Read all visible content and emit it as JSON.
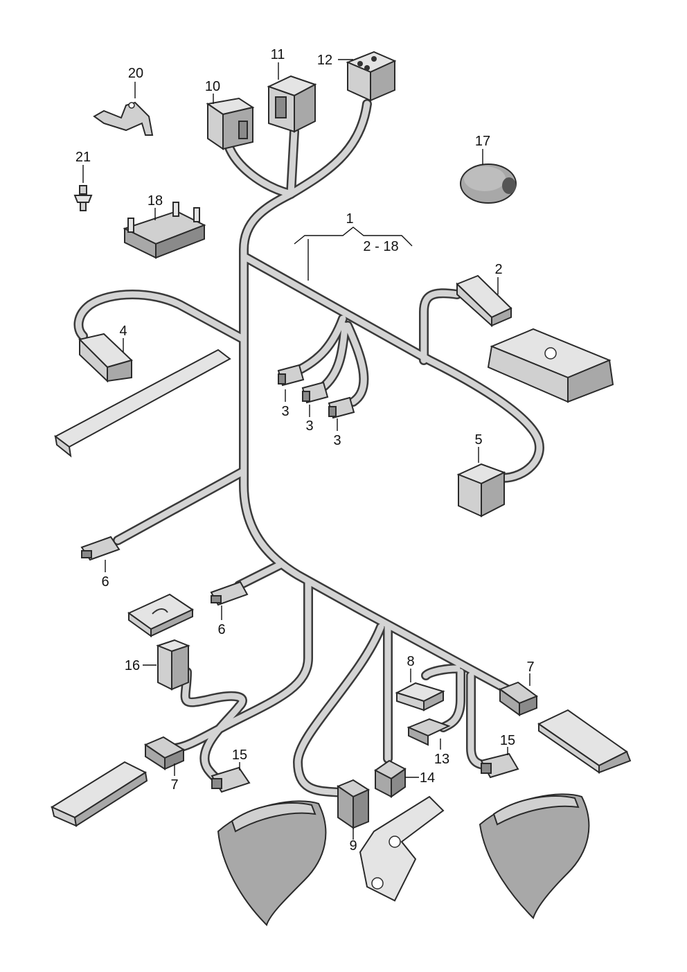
{
  "diagram": {
    "group_label": {
      "number": "1",
      "range": "2 - 18"
    },
    "callouts": [
      {
        "id": "c20",
        "text": "20"
      },
      {
        "id": "c21",
        "text": "21"
      },
      {
        "id": "c10",
        "text": "10"
      },
      {
        "id": "c11",
        "text": "11"
      },
      {
        "id": "c12",
        "text": "12"
      },
      {
        "id": "c17",
        "text": "17"
      },
      {
        "id": "c18",
        "text": "18"
      },
      {
        "id": "c2",
        "text": "2"
      },
      {
        "id": "c4",
        "text": "4"
      },
      {
        "id": "c3a",
        "text": "3"
      },
      {
        "id": "c3b",
        "text": "3"
      },
      {
        "id": "c3c",
        "text": "3"
      },
      {
        "id": "c5",
        "text": "5"
      },
      {
        "id": "c6a",
        "text": "6"
      },
      {
        "id": "c6b",
        "text": "6"
      },
      {
        "id": "c16",
        "text": "16"
      },
      {
        "id": "c8",
        "text": "8"
      },
      {
        "id": "c7a",
        "text": "7"
      },
      {
        "id": "c7b",
        "text": "7"
      },
      {
        "id": "c13",
        "text": "13"
      },
      {
        "id": "c14",
        "text": "14"
      },
      {
        "id": "c15a",
        "text": "15"
      },
      {
        "id": "c15b",
        "text": "15"
      },
      {
        "id": "c9",
        "text": "9"
      }
    ]
  }
}
